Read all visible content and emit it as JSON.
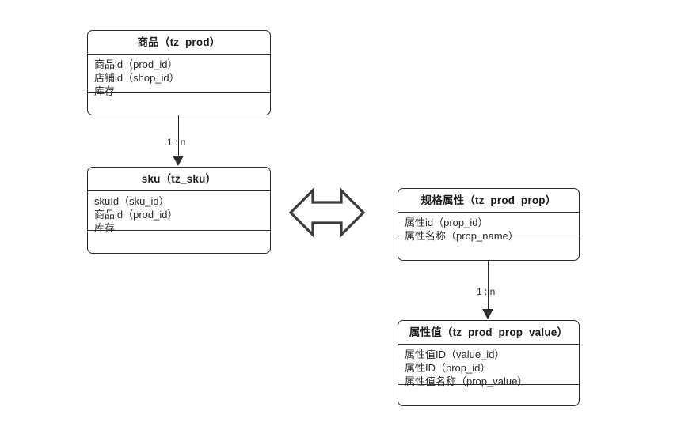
{
  "diagram": {
    "background_color": "#ffffff",
    "line_color": "#2b2b2b",
    "text_color": "#2b2b2b",
    "entities": [
      {
        "id": "tz_prod",
        "title": "商品（tz_prod）",
        "attributes": [
          "商品id（prod_id）",
          "店铺id（shop_id）",
          "库存"
        ],
        "methods": []
      },
      {
        "id": "tz_sku",
        "title": "sku（tz_sku）",
        "attributes": [
          "skuId（sku_id）",
          "商品id（prod_id）",
          "库存"
        ],
        "methods": []
      },
      {
        "id": "tz_prod_prop",
        "title": "规格属性（tz_prod_prop）",
        "attributes": [
          "属性id（prop_id）",
          "属性名称（prop_name）"
        ],
        "methods": []
      },
      {
        "id": "tz_prod_prop_value",
        "title": "属性值（tz_prod_prop_value）",
        "attributes": [
          "属性值ID（value_id）",
          "属性ID（prop_id）",
          "属性值名称（prop_value）"
        ],
        "methods": []
      }
    ],
    "relationships": [
      {
        "id": "prod-to-sku",
        "from": "tz_prod",
        "to": "tz_sku",
        "label": "1 : n",
        "style": "arrow-down"
      },
      {
        "id": "prop-to-prop-value",
        "from": "tz_prod_prop",
        "to": "tz_prod_prop_value",
        "label": "1 : n",
        "style": "arrow-down"
      },
      {
        "id": "sku-to-prop",
        "from": "tz_sku",
        "to": "tz_prod_prop",
        "label": "",
        "style": "double-headed-block-arrow"
      }
    ]
  }
}
